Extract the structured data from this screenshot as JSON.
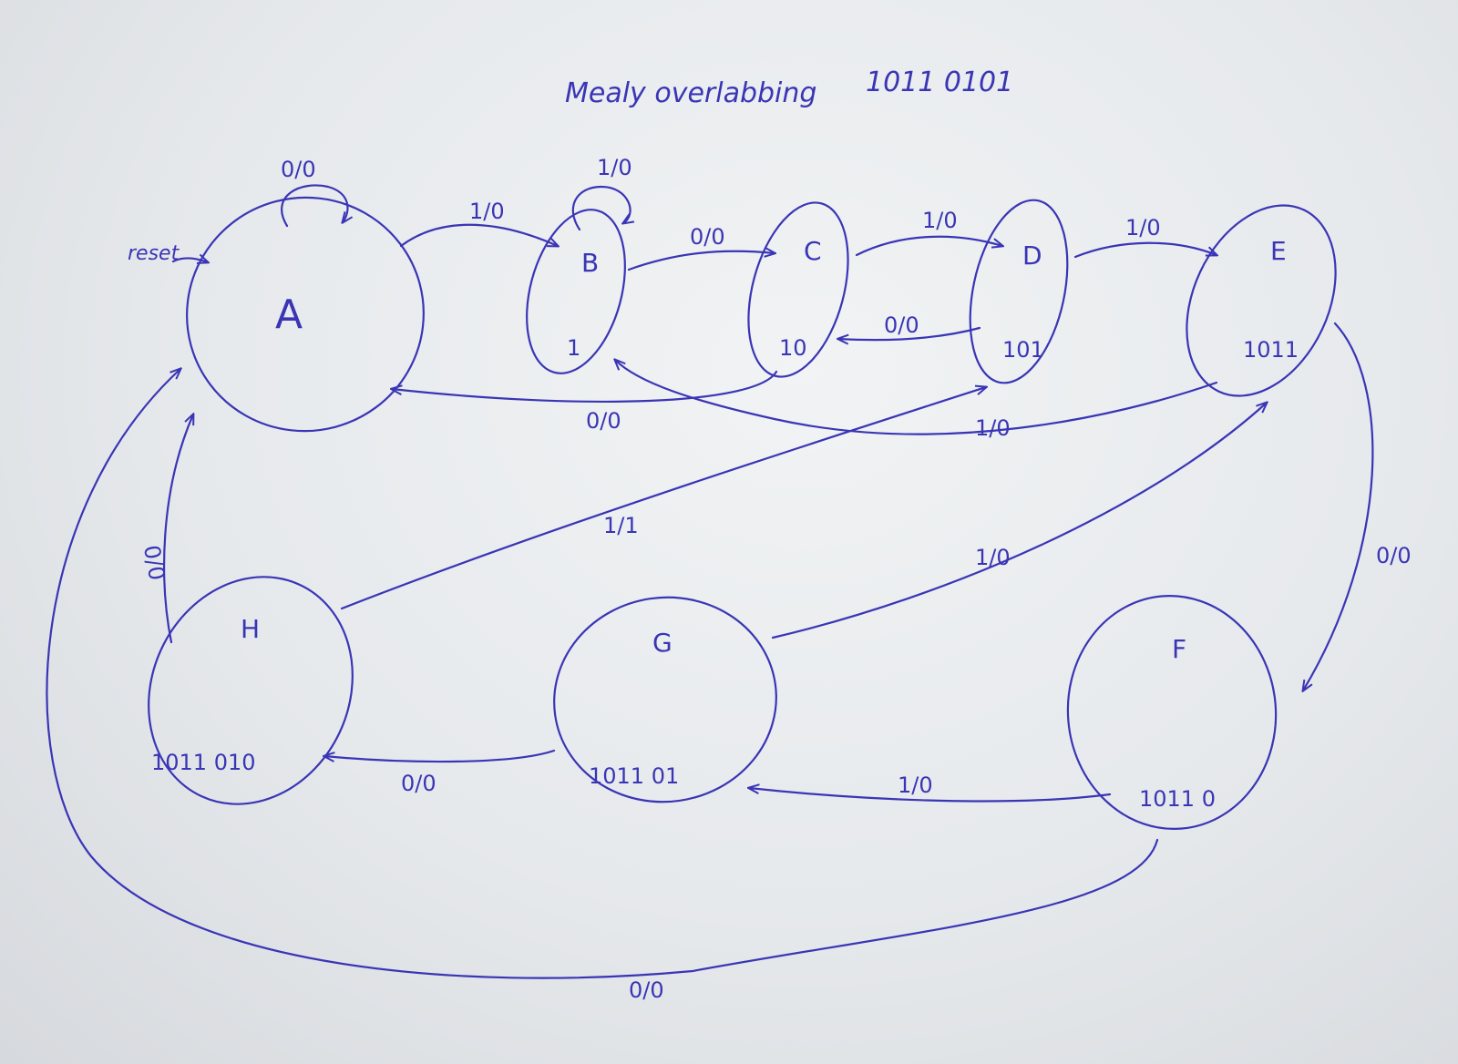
{
  "title": {
    "left": "Mealy overlabbing",
    "right": "1011 0101"
  },
  "reset_label": "reset",
  "states": {
    "A": {
      "name": "A",
      "seq": ""
    },
    "B": {
      "name": "B",
      "seq": "1"
    },
    "C": {
      "name": "C",
      "seq": "10"
    },
    "D": {
      "name": "D",
      "seq": "101"
    },
    "E": {
      "name": "E",
      "seq": "1011"
    },
    "F": {
      "name": "F",
      "seq": "1011 0"
    },
    "G": {
      "name": "G",
      "seq": "1011 01"
    },
    "H": {
      "name": "H",
      "seq": "1011 010"
    }
  },
  "transitions": {
    "A_A": "0/0",
    "A_B": "1/0",
    "B_B": "1/0",
    "B_C": "0/0",
    "C_D": "1/0",
    "C_A": "0/0",
    "D_E": "1/0",
    "D_C": "0/0",
    "E_B": "1/0",
    "E_F": "0/0",
    "F_G": "1/0",
    "F_A": "0/0",
    "G_H": "0/0",
    "G_E": "1/0",
    "H_A": "0/0",
    "H_D": "1/1"
  },
  "colors": {
    "ink": "#3a35b5",
    "paper": "#eef0f2"
  }
}
